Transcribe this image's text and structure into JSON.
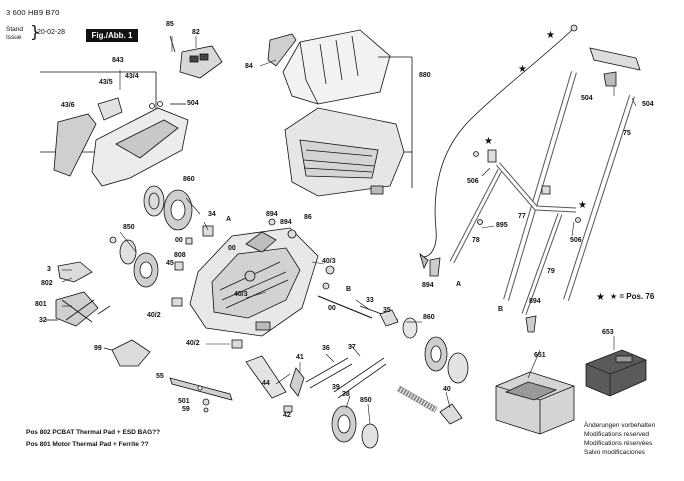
{
  "header": {
    "part_number": "3 600 HB9 B70",
    "stand_label": "Stand",
    "issue_label": "Issue",
    "date": "20-02-28",
    "figure_label": "Fig./Abb. 1"
  },
  "legend": {
    "star_symbol": "★",
    "pos_reference": "= Pos. 76"
  },
  "notes": [
    "Pos 802 PCBAT Thermal Pad + ESD BAG??",
    "Pos 801 Motor Thermal Pad + Ferrite ??"
  ],
  "legal": [
    "Änderungen vorbehalten",
    "Modifications reserved",
    "Modifications réservées",
    "Salvo modificaciones"
  ],
  "part_labels": {
    "p85": "85",
    "p82": "82",
    "p84": "84",
    "p880": "880",
    "p843": "843",
    "p43_4": "43/4",
    "p43_5": "43/5",
    "p43_6": "43/6",
    "p504a": "504",
    "p860a": "860",
    "p34": "34",
    "pA1": "A",
    "p894a": "894",
    "p894b": "894",
    "p86": "86",
    "p850a": "850",
    "p00a": "00",
    "p00b": "00",
    "p808": "808",
    "p45": "45",
    "p3": "3",
    "p802": "802",
    "p801": "801",
    "p32": "32",
    "p40_3a": "40/3",
    "p40_3b": "40/3",
    "pB1": "B",
    "p40_2a": "40/2",
    "p40_2b": "40/2",
    "p33": "33",
    "p35": "35",
    "p00c": "00",
    "p860b": "860",
    "p99": "99",
    "p36": "36",
    "p37": "37",
    "p41": "41",
    "p55": "55",
    "p44": "44",
    "p501": "501",
    "p59": "59",
    "p42": "42",
    "p39": "39",
    "p38": "38",
    "p850b": "850",
    "p40": "40",
    "p506a": "506",
    "p77": "77",
    "p895": "895",
    "p78": "78",
    "p506b": "506",
    "p894c": "894",
    "pA2": "A",
    "p79": "79",
    "pB2": "B",
    "p894d": "894",
    "p504b": "504",
    "p504c": "504",
    "p75": "75",
    "p651": "651",
    "p653": "653"
  }
}
